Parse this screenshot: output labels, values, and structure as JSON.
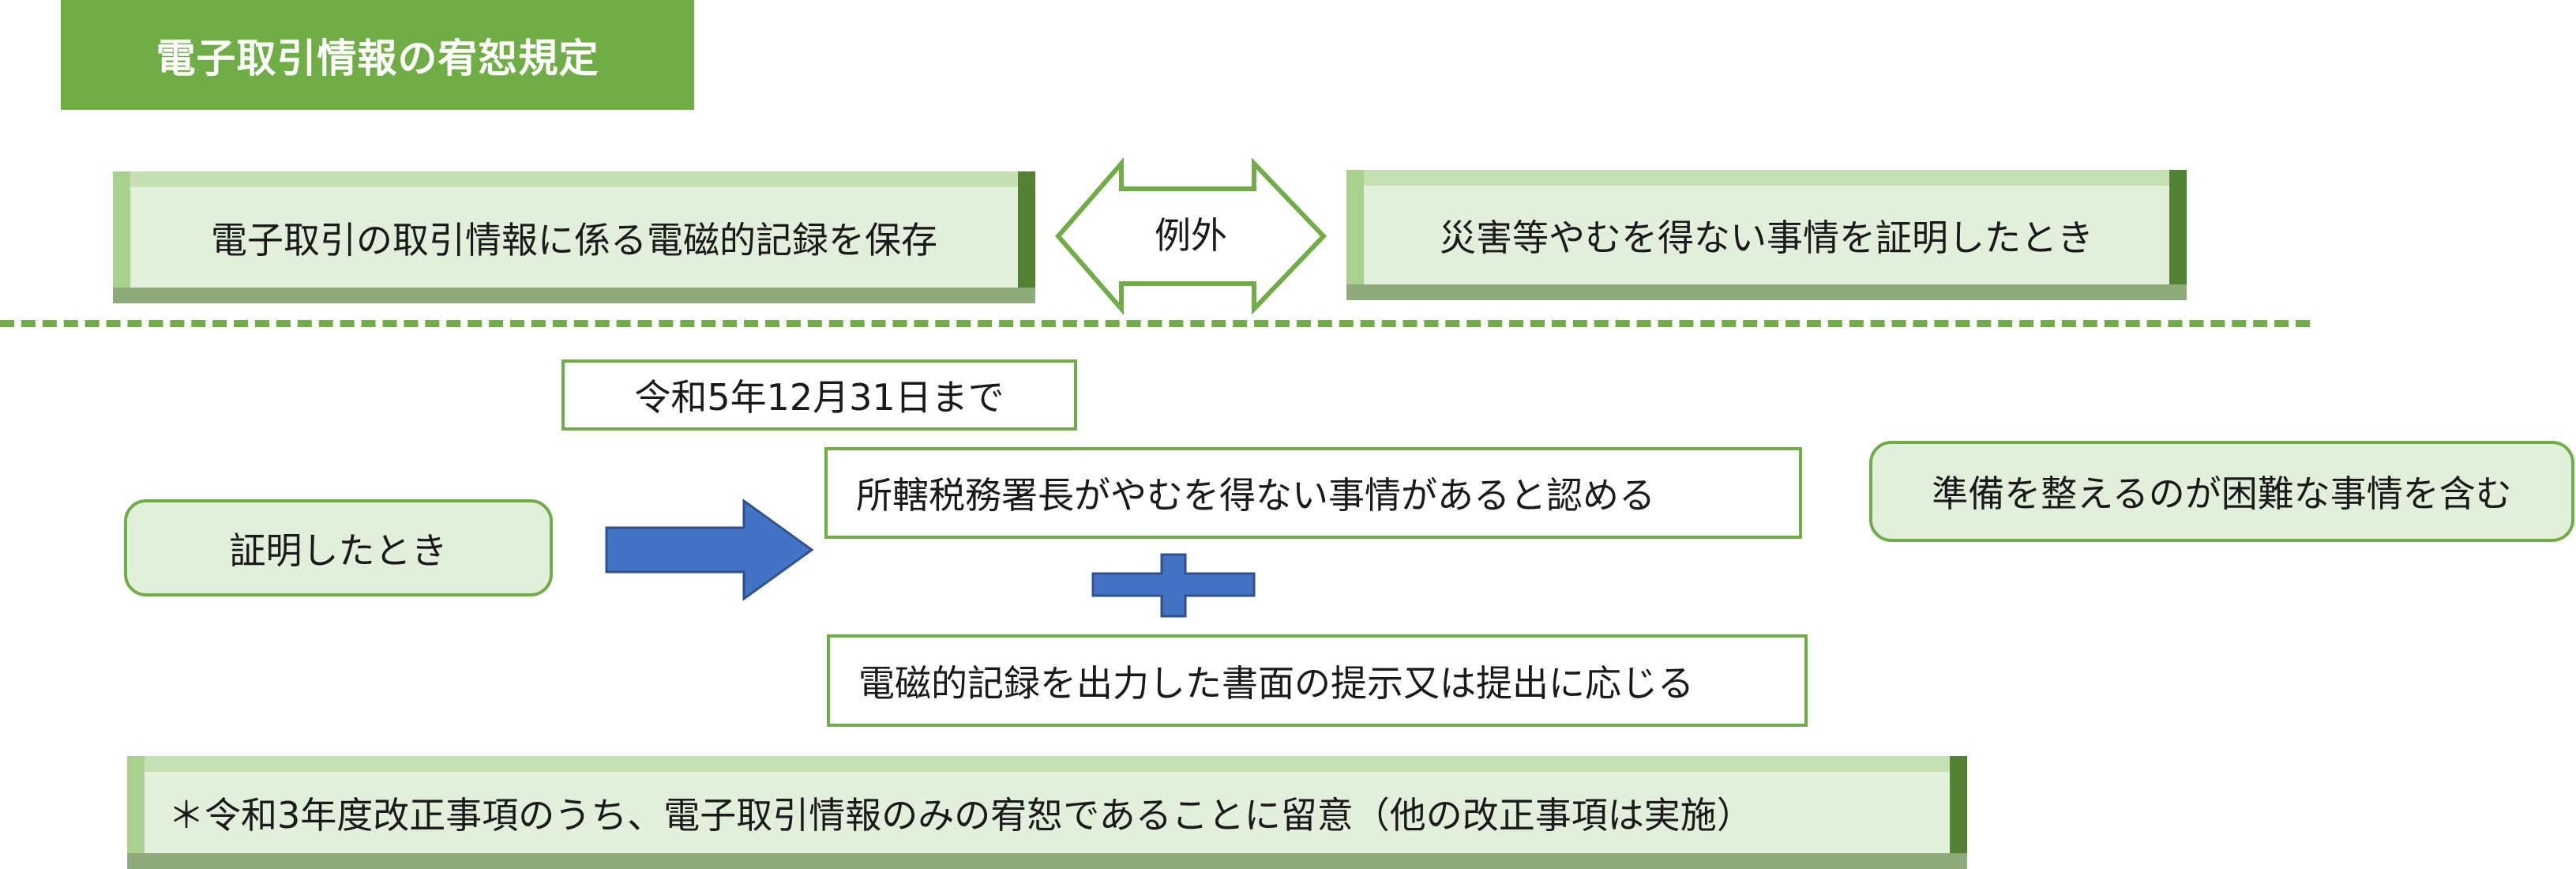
{
  "title": "電子取引情報の宥恕規定",
  "top_row": {
    "left_box": "電子取引の取引情報に係る電磁的記録を保存",
    "arrow_label": "例外",
    "right_box": "災害等やむを得ない事情を証明したとき"
  },
  "deadline": "令和5年12月31日まで",
  "proof_box": "証明したとき",
  "condition_1": "所轄税務署長がやむを得ない事情があると認める",
  "note_box": "準備を整えるのが困難な事情を含む",
  "condition_2": "電磁的記録を出力した書面の提示又は提出に応じる",
  "footnote": "＊令和3年度改正事項のうち、電子取引情報のみの宥恕であることに留意（他の改正事項は実施）",
  "colors": {
    "green": "#70ad47",
    "light_green": "#e2efda",
    "blue": "#4472c4"
  }
}
